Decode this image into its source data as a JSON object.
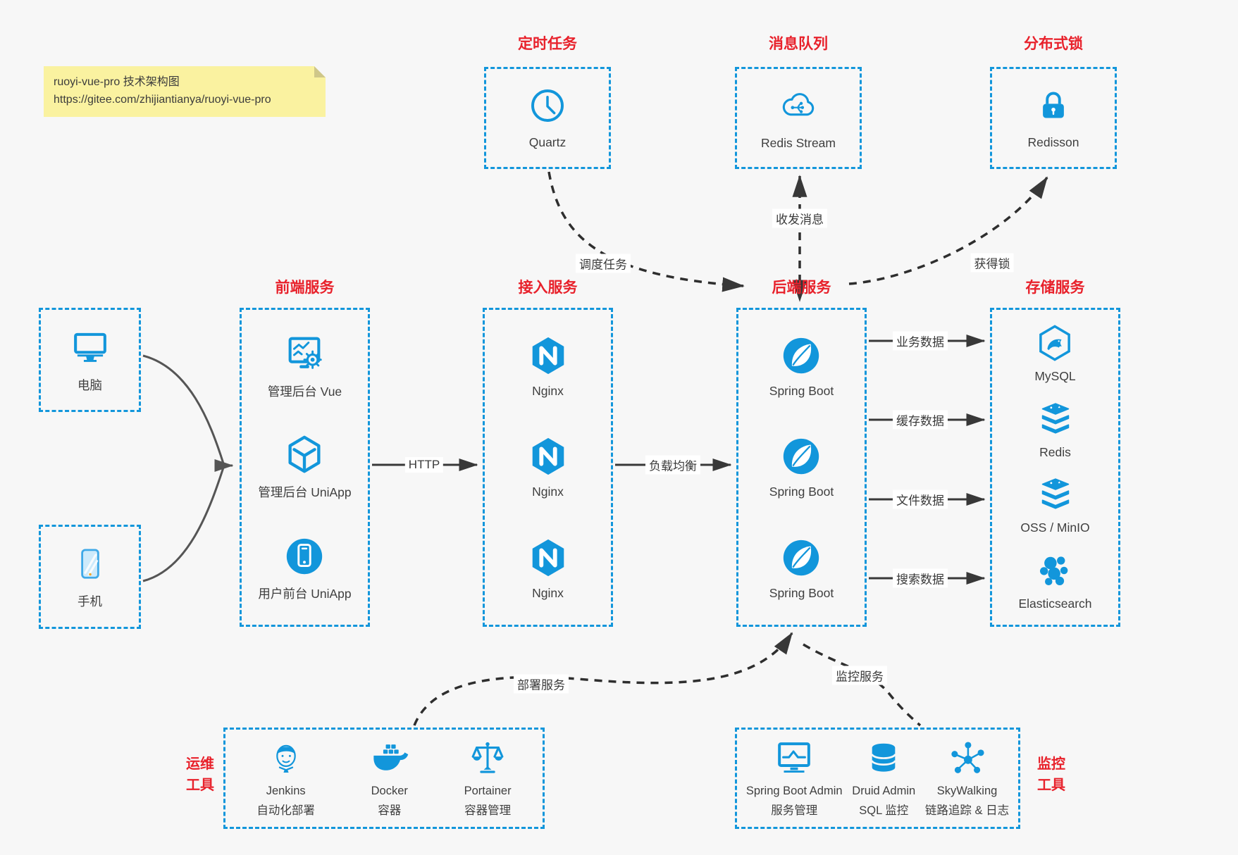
{
  "note": {
    "line1": "ruoyi-vue-pro 技术架构图",
    "line2": "https://gitee.com/zhijiantianya/ruoyi-vue-pro"
  },
  "top_services": [
    {
      "title": "定时任务",
      "label": "Quartz",
      "icon": "clock-icon"
    },
    {
      "title": "消息队列",
      "label": "Redis Stream",
      "icon": "cloud-stream-icon"
    },
    {
      "title": "分布式锁",
      "label": "Redisson",
      "icon": "lock-icon"
    }
  ],
  "devices": [
    {
      "label": "电脑",
      "icon": "desktop-icon"
    },
    {
      "label": "手机",
      "icon": "mobile-icon"
    }
  ],
  "frontend": {
    "title": "前端服务",
    "items": [
      {
        "label": "管理后台 Vue",
        "icon": "admin-vue-icon"
      },
      {
        "label": "管理后台 UniApp",
        "icon": "uniapp-cube-icon"
      },
      {
        "label": "用户前台 UniApp",
        "icon": "uniapp-user-icon"
      }
    ]
  },
  "gateway": {
    "title": "接入服务",
    "items": [
      {
        "label": "Nginx",
        "icon": "nginx-icon"
      },
      {
        "label": "Nginx",
        "icon": "nginx-icon"
      },
      {
        "label": "Nginx",
        "icon": "nginx-icon"
      }
    ]
  },
  "backend": {
    "title": "后端服务",
    "items": [
      {
        "label": "Spring Boot",
        "icon": "spring-boot-icon"
      },
      {
        "label": "Spring Boot",
        "icon": "spring-boot-icon"
      },
      {
        "label": "Spring Boot",
        "icon": "spring-boot-icon"
      }
    ]
  },
  "storage": {
    "title": "存储服务",
    "items": [
      {
        "label": "MySQL",
        "icon": "mysql-icon"
      },
      {
        "label": "Redis",
        "icon": "redis-icon"
      },
      {
        "label": "OSS / MinIO",
        "icon": "oss-minio-icon"
      },
      {
        "label": "Elasticsearch",
        "icon": "elasticsearch-icon"
      }
    ]
  },
  "ops": {
    "title_line1": "运维",
    "title_line2": "工具",
    "items": [
      {
        "name": "Jenkins",
        "desc": "自动化部署",
        "icon": "jenkins-icon"
      },
      {
        "name": "Docker",
        "desc": "容器",
        "icon": "docker-icon"
      },
      {
        "name": "Portainer",
        "desc": "容器管理",
        "icon": "portainer-icon"
      }
    ]
  },
  "monitoring": {
    "title_line1": "监控",
    "title_line2": "工具",
    "items": [
      {
        "name": "Spring Boot Admin",
        "desc": "服务管理",
        "icon": "spring-boot-admin-icon"
      },
      {
        "name": "Druid Admin",
        "desc": "SQL 监控",
        "icon": "druid-icon"
      },
      {
        "name": "SkyWalking",
        "desc": "链路追踪 & 日志",
        "icon": "skywalking-icon"
      }
    ]
  },
  "edges": {
    "http": "HTTP",
    "load_balance": "负载均衡",
    "dispatch_task": "调度任务",
    "send_receive": "收发消息",
    "acquire_lock": "获得锁",
    "deploy": "部署服务",
    "monitor": "监控服务",
    "business_data": "业务数据",
    "cache_data": "缓存数据",
    "file_data": "文件数据",
    "search_data": "搜索数据"
  },
  "colors": {
    "accent_blue": "#1296db",
    "title_red": "#e8212b",
    "arrow_dark": "#383838",
    "device_arrow_gray": "#555555",
    "note_bg": "#faf2a0",
    "background": "#f7f7f7"
  }
}
